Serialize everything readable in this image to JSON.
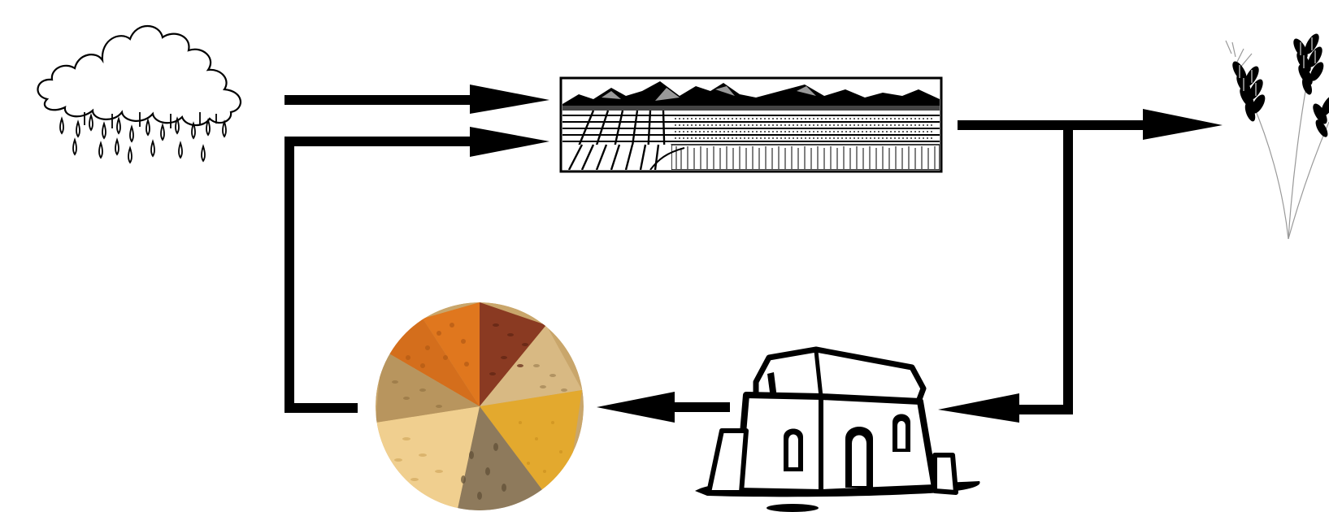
{
  "diagram": {
    "type": "flow-cycle",
    "nodes": [
      {
        "id": "rain",
        "icon": "rain-cloud-icon"
      },
      {
        "id": "field",
        "icon": "farm-field-landscape-icon"
      },
      {
        "id": "wheat",
        "icon": "wheat-stalks-icon"
      },
      {
        "id": "storage",
        "icon": "storage-house-icon"
      },
      {
        "id": "seeds",
        "icon": "seed-grains-circle-icon"
      }
    ],
    "edges": [
      {
        "from": "rain",
        "to": "field"
      },
      {
        "from": "seeds",
        "to": "field"
      },
      {
        "from": "field",
        "to": "wheat"
      },
      {
        "from": "field",
        "to": "storage"
      },
      {
        "from": "storage",
        "to": "seeds"
      }
    ],
    "colors": {
      "line": "#000000",
      "background": "#ffffff",
      "grain_orange": "#e0771e",
      "grain_brown": "#8a3a22",
      "grain_wheat": "#c9a66b",
      "grain_barley": "#d8b983",
      "grain_millet": "#e3a92e",
      "grain_rice": "#f0cf8f",
      "grain_rye": "#8e7a5c",
      "grain_oat": "#b8955e"
    }
  }
}
